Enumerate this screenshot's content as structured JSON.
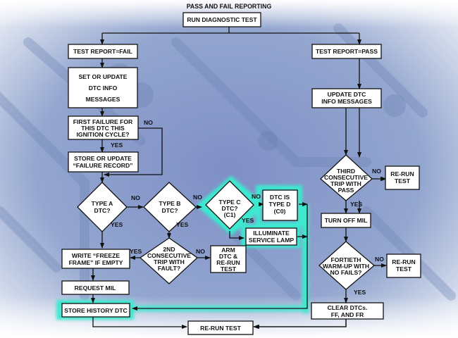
{
  "title": "PASS AND FAIL REPORTING",
  "colors": {
    "highlight": "#3ee8cf",
    "background": "#8c9fcc",
    "box_fill": "#ffffff",
    "stroke": "#111111"
  },
  "nodes": {
    "run_diagnostic": [
      "RUN DIAGNOSTIC TEST"
    ],
    "report_fail": [
      "TEST REPORT=FAIL"
    ],
    "set_update_dtc": [
      "SET OR UPDATE",
      "DTC INFO",
      "MESSAGES"
    ],
    "first_failure": [
      "FIRST FAILURE FOR",
      "THIS DTC THIS",
      "IGNITION CYCLE?"
    ],
    "store_failure_record": [
      "STORE OR UPDATE",
      "“FAILURE RECORD”"
    ],
    "type_a": [
      "TYPE A",
      "DTC?"
    ],
    "type_b": [
      "TYPE B",
      "DTC?"
    ],
    "type_c": [
      "TYPE C",
      "DTC?",
      "(C1)"
    ],
    "type_d": [
      "DTC IS",
      "TYPE D",
      "(C0)"
    ],
    "illuminate_lamp": [
      "ILLUMINATE",
      "SERVICE LAMP"
    ],
    "second_trip": [
      "2ND",
      "CONSECUTIVE",
      "TRIP WITH",
      "FAULT?"
    ],
    "arm_dtc": [
      "ARM",
      "DTC &",
      "RE-RUN",
      "TEST"
    ],
    "freeze_frame": [
      "WRITE “FREEZE",
      "FRAME” IF EMPTY"
    ],
    "request_mil": [
      "REQUEST MIL"
    ],
    "store_history": [
      "STORE HISTORY DTC"
    ],
    "rerun_bottom": [
      "RE-RUN TEST"
    ],
    "report_pass": [
      "TEST REPORT=PASS"
    ],
    "update_dtc_info": [
      "UPDATE DTC",
      "INFO MESSAGES"
    ],
    "third_trip": [
      "THIRD",
      "CONSECUTIVE",
      "TRIP WITH",
      "PASS"
    ],
    "rerun_third": [
      "RE-RUN",
      "TEST"
    ],
    "turn_off_mil": [
      "TURN OFF MIL"
    ],
    "fortieth_warmup": [
      "FORTIETH",
      "WARM-UP WITH",
      "NO FAILS?"
    ],
    "rerun_fortieth": [
      "RE-RUN",
      "TEST"
    ],
    "clear_dtcs": [
      "CLEAR DTCs.",
      "FF, AND FR"
    ]
  },
  "edge_labels": {
    "first_failure_no": "NO",
    "first_failure_yes": "YES",
    "type_a_no": "NO",
    "type_a_yes": "YES",
    "type_b_no": "NO",
    "type_b_yes": "YES",
    "type_c_no": "NO",
    "type_c_yes": "YES",
    "second_trip_yes": "YES",
    "second_trip_no": "NO",
    "third_trip_no": "NO",
    "third_trip_yes": "YES",
    "fortieth_no": "NO",
    "fortieth_yes": "YES"
  }
}
